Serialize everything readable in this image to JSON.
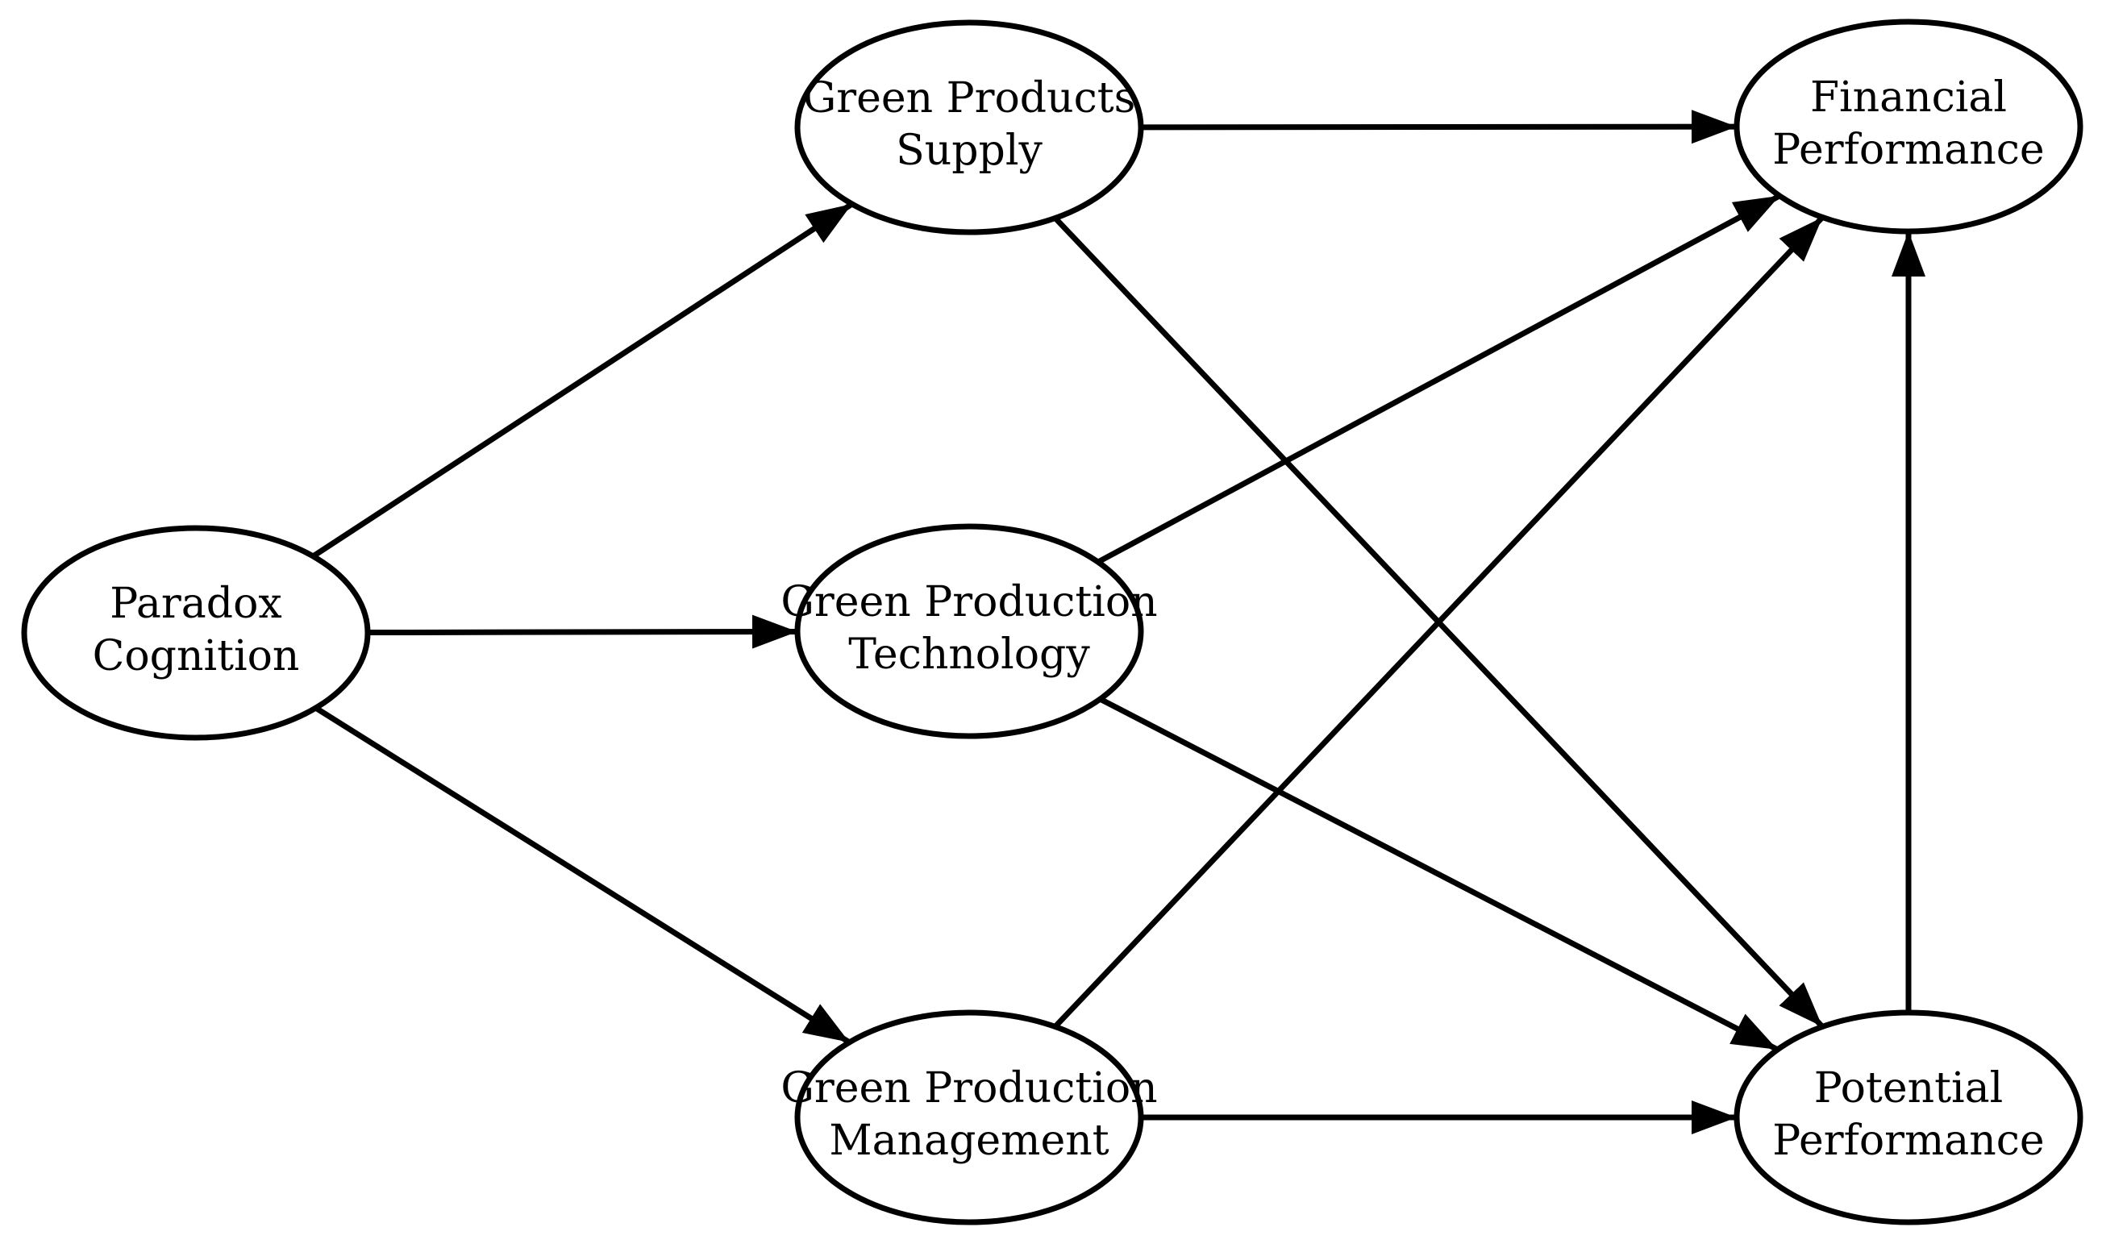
{
  "diagram": {
    "nodes": [
      {
        "id": "paradox",
        "lines": [
          "Paradox",
          "Cognition"
        ]
      },
      {
        "id": "gps",
        "lines": [
          "Green Products",
          "Supply"
        ]
      },
      {
        "id": "gpt",
        "lines": [
          "Green Production",
          "Technology"
        ]
      },
      {
        "id": "gpm",
        "lines": [
          "Green Production",
          "Management"
        ]
      },
      {
        "id": "fin",
        "lines": [
          "Financial",
          "Performance"
        ]
      },
      {
        "id": "pot",
        "lines": [
          "Potential",
          "Performance"
        ]
      }
    ],
    "edges": [
      {
        "from": "paradox",
        "to": "gps"
      },
      {
        "from": "paradox",
        "to": "gpt"
      },
      {
        "from": "paradox",
        "to": "gpm"
      },
      {
        "from": "gps",
        "to": "fin"
      },
      {
        "from": "gps",
        "to": "pot"
      },
      {
        "from": "gpt",
        "to": "fin"
      },
      {
        "from": "gpt",
        "to": "pot"
      },
      {
        "from": "gpm",
        "to": "fin"
      },
      {
        "from": "gpm",
        "to": "pot"
      },
      {
        "from": "pot",
        "to": "fin"
      }
    ]
  }
}
